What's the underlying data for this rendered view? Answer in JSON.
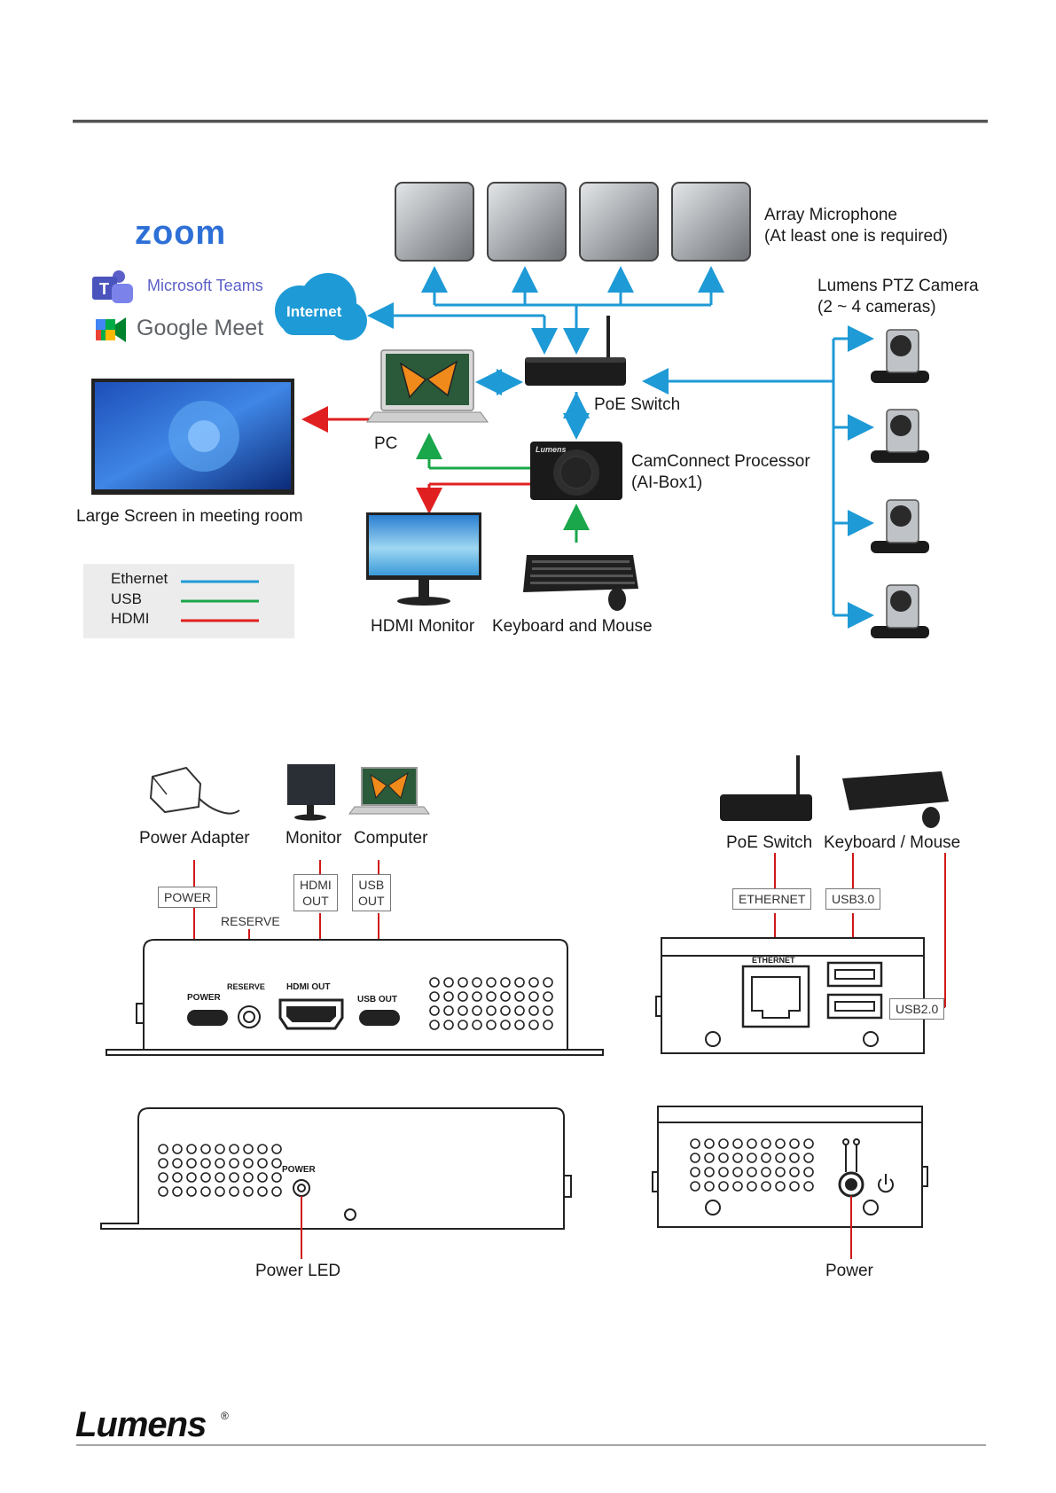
{
  "top_diagram": {
    "services": {
      "zoom": "zoom",
      "teams": "Microsoft Teams",
      "meet": "Google Meet",
      "internet": "Internet"
    },
    "array_microphone": {
      "title": "Array Microphone",
      "note": "(At least one is required)"
    },
    "ptz_camera": {
      "title": "Lumens PTZ Camera",
      "note": "(2 ~ 4 cameras)"
    },
    "poe_switch": "PoE Switch",
    "pc": "PC",
    "processor": {
      "title": "CamConnect Processor",
      "model": "(AI-Box1)",
      "brand": "Lumens"
    },
    "large_screen": "Large Screen in meeting room",
    "hdmi_monitor": "HDMI Monitor",
    "keyboard_mouse": "Keyboard and Mouse",
    "legend": [
      {
        "label": "Ethernet",
        "color": "#1e9ad6"
      },
      {
        "label": "USB",
        "color": "#1aa64a"
      },
      {
        "label": "HDMI",
        "color": "#e02020"
      }
    ]
  },
  "rear_panel": {
    "devices": [
      "Power Adapter",
      "Monitor",
      "Computer"
    ],
    "port_tags": {
      "power": "POWER",
      "hdmi": "HDMI\nOUT",
      "usb": "USB\nOUT",
      "reserve": "RESERVE"
    },
    "panel_labels": {
      "power": "POWER",
      "reserve": "RESERVE",
      "hdmi": "HDMI OUT",
      "usb": "USB OUT"
    }
  },
  "side_panel": {
    "devices": [
      "PoE Switch",
      "Keyboard / Mouse"
    ],
    "port_tags": {
      "ethernet": "ETHERNET",
      "usb3": "USB3.0",
      "usb2": "USB2.0"
    },
    "panel_labels": {
      "ethernet": "ETHERNET"
    }
  },
  "front_panel": {
    "panel_label": "POWER",
    "caption": "Power LED"
  },
  "other_side": {
    "caption": "Power"
  },
  "footer": {
    "brand": "Lumens",
    "reg": "®"
  },
  "colors": {
    "ethernet": "#1e9ad6",
    "usb": "#1aa64a",
    "hdmi": "#e02020",
    "leader": "#d01818"
  }
}
